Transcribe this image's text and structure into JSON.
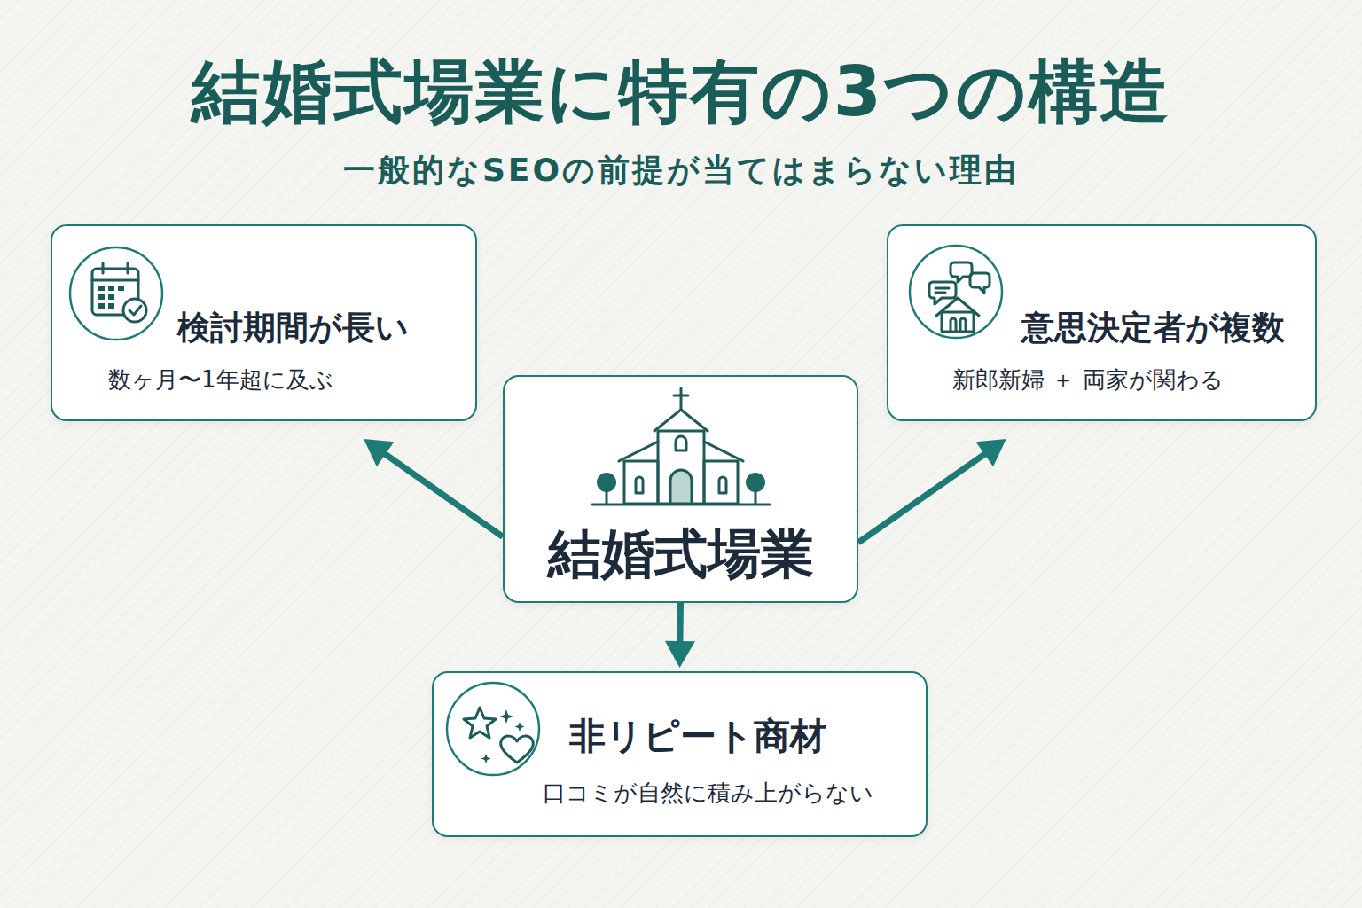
{
  "diagram": {
    "title": "結婚式場業に特有の3つの構造",
    "nodes": [
      {
        "text": [
          "検討期間が長い",
          "数ヶ月〜1年超に及ぶ"
        ]
      },
      {
        "text": [
          "意思決定者が複数",
          "新郎新婦 ＋ 両家が関わる"
        ]
      },
      {
        "text": [
          "結婚式場業"
        ]
      },
      {
        "text": [
          "非リピート商材",
          "口コミが自然に積み上がらない"
        ]
      }
    ],
    "edges": [
      {
        "from": 2,
        "to": 0,
        "arrow": "to"
      },
      {
        "from": 2,
        "to": 1,
        "arrow": "to"
      },
      {
        "from": 2,
        "to": 3,
        "arrow": "to"
      }
    ],
    "labels": [
      "一般的なSEOの前提が当てはまらない理由"
    ]
  }
}
